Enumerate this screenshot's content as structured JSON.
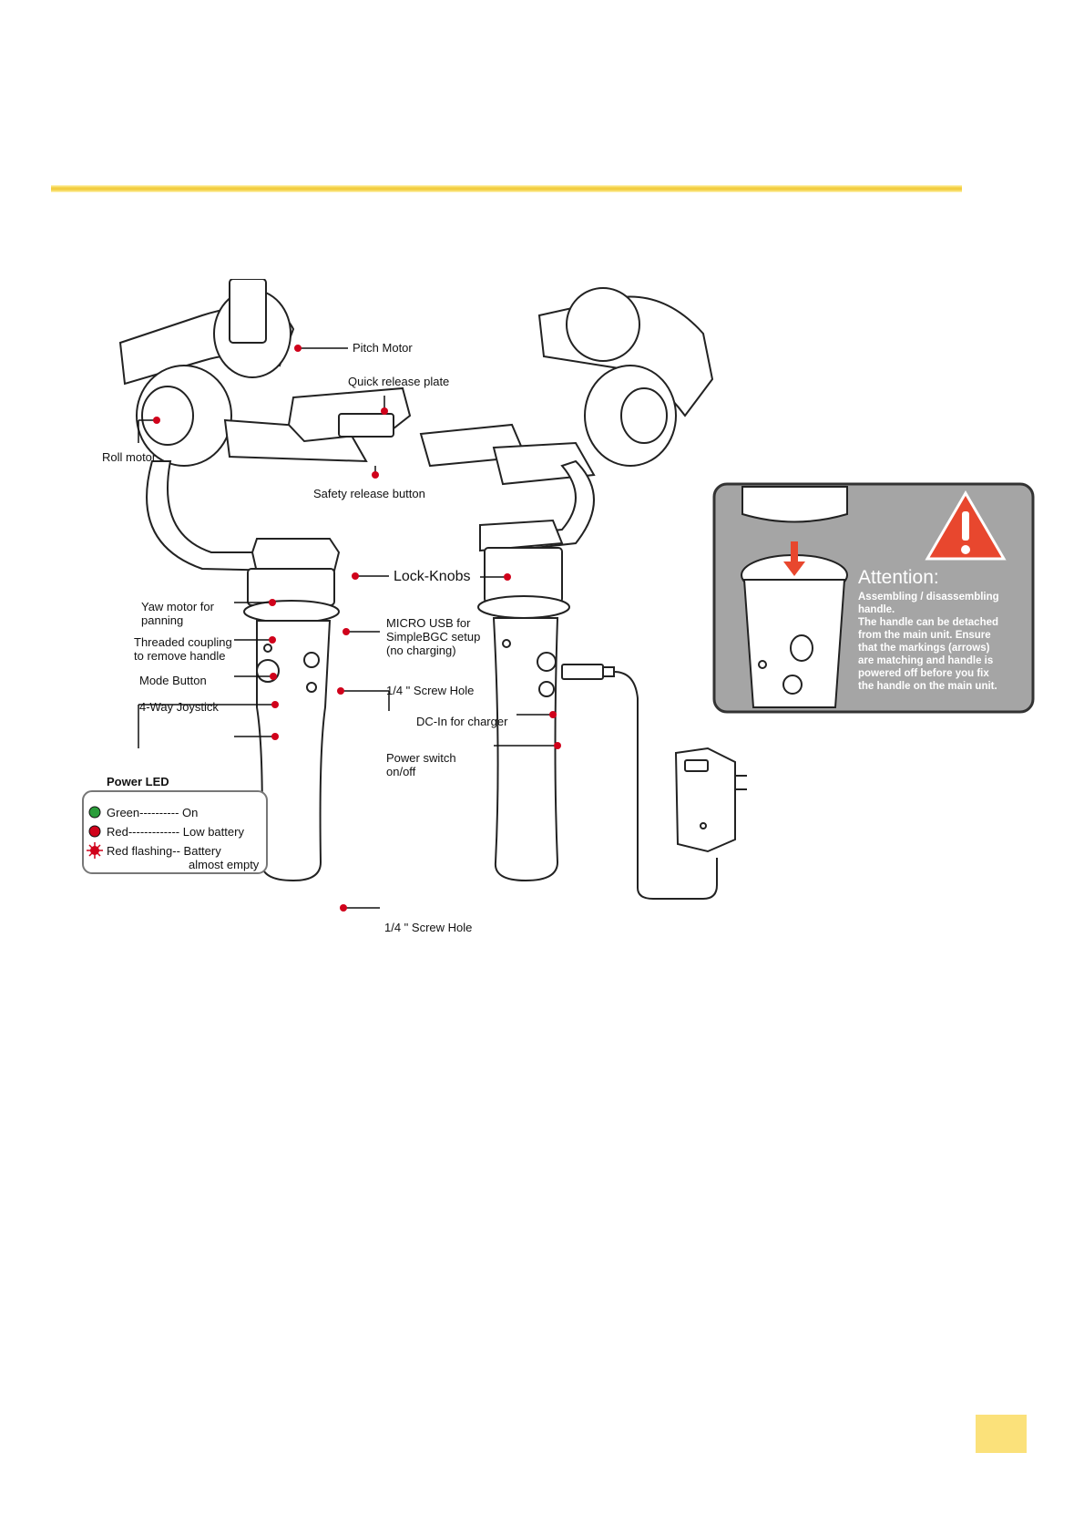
{
  "labels": {
    "pitch_motor": "Pitch Motor",
    "quick_release_plate": "Quick release plate",
    "roll_motor": "Roll motor",
    "safety_release_button": "Safety release button",
    "lock_knobs": "Lock-Knobs",
    "yaw_motor": [
      "Yaw motor for",
      "panning"
    ],
    "threaded_coupling": [
      "Threaded coupling",
      "to remove handle"
    ],
    "micro_usb": [
      "MICRO USB for",
      "SimpleBGC setup",
      "(no charging)"
    ],
    "mode_button": "Mode Button",
    "screw_hole_side": "1/4 \" Screw Hole",
    "joystick": "4-Way Joystick",
    "dc_in": "DC-In for charger",
    "power_switch": [
      "Power switch",
      "on/off"
    ],
    "power_led": "Power LED",
    "screw_hole_bottom": "1/4 \" Screw Hole"
  },
  "led_legend": [
    {
      "icon": "green-dot",
      "color": "#2a9d3a",
      "text": "Green---------- On"
    },
    {
      "icon": "red-dot",
      "color": "#d0021b",
      "text": "Red------------- Low battery"
    },
    {
      "icon": "red-flash",
      "color": "#d0021b",
      "text": "Red flashing-- Battery",
      "text2": "almost empty"
    }
  ],
  "attention": {
    "title": "Attention:",
    "lines": [
      "Assembling / disassembling",
      "handle.",
      "The handle can be detached",
      "from the main unit. Ensure",
      "that the markings (arrows)",
      "are matching and handle is",
      "powered off before you fix",
      "the handle on the main unit."
    ],
    "warning_color": "#e8472e"
  },
  "colors": {
    "accent": "#f0c93a",
    "callout": "#d0021b",
    "panel": "#a5a5a5"
  }
}
